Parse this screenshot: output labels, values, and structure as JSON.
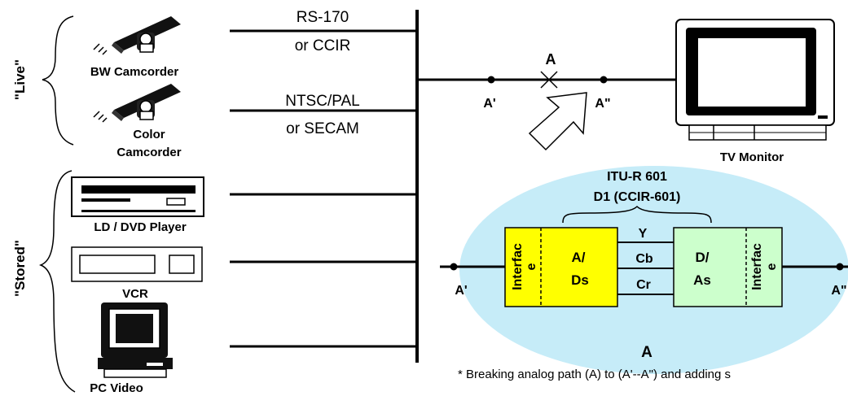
{
  "groups": {
    "live": "\"Live\"",
    "stored": "\"Stored\""
  },
  "sources": {
    "bw_camcorder": "BW Camcorder",
    "color_camcorder_line1": "Color",
    "color_camcorder_line2": "Camcorder",
    "ld_dvd_player": "LD / DVD Player",
    "vcr": "VCR",
    "pc_video": "PC Video"
  },
  "signals": {
    "rs170_line1": "RS-170",
    "rs170_line2": "or CCIR",
    "ntsc_line1": "NTSC/PAL",
    "ntsc_line2": "or SECAM"
  },
  "path": {
    "break_label": "A",
    "node_a_prime": "A'",
    "node_a_double": "A\"",
    "tv_monitor": "TV Monitor"
  },
  "digital": {
    "standard_line1": "ITU-R 601",
    "standard_line2": "D1 (CCIR-601)",
    "left_interface": "Interfac",
    "left_interface_e": "e",
    "right_interface": "Interfac",
    "right_interface_e": "e",
    "ad_line1": "A/",
    "ad_line2": "Ds",
    "da_line1": "D/",
    "da_line2": "As",
    "signal_y": "Y",
    "signal_cb": "Cb",
    "signal_cr": "Cr",
    "node_left": "A'",
    "node_right": "A\"",
    "label_a": "A"
  },
  "footnote": "* Breaking analog path (A) to (A'--A\") and adding s",
  "colors": {
    "bubble": "#c6ecf8",
    "yellow_block": "#ffff00",
    "green_block": "#ccffcc",
    "line": "#000000"
  }
}
